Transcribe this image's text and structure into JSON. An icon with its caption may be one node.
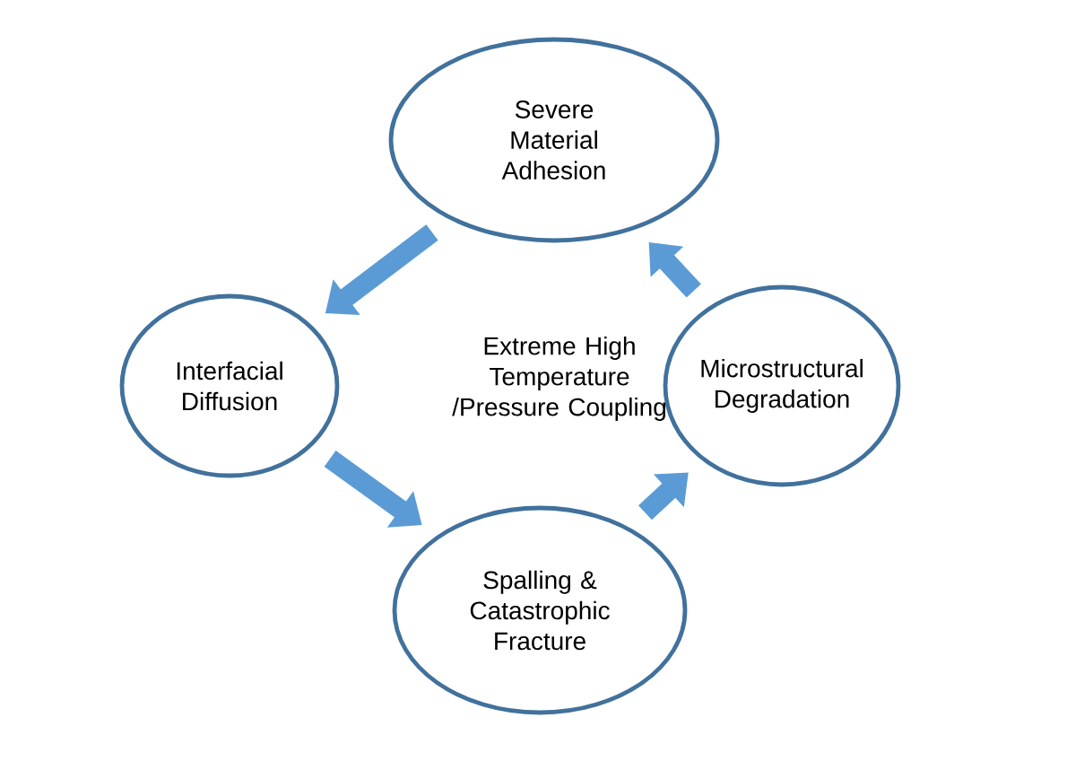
{
  "diagram": {
    "nodes": [
      {
        "text": [
          "Severe Material Adhesion"
        ]
      },
      {
        "text": [
          "Interfacial Diffusion"
        ]
      },
      {
        "text": [
          "Spalling & Catastrophic Fracture"
        ]
      },
      {
        "text": [
          "Microstructural Degradation"
        ]
      }
    ],
    "edges": [
      {
        "from": 0,
        "to": 1,
        "arrow": "to"
      },
      {
        "from": 1,
        "to": 2,
        "arrow": "to"
      },
      {
        "from": 2,
        "to": 3,
        "arrow": "to"
      },
      {
        "from": 3,
        "to": 0,
        "arrow": "to"
      }
    ],
    "labels": [
      "Extreme High Temperature /Pressure Coupling"
    ]
  }
}
